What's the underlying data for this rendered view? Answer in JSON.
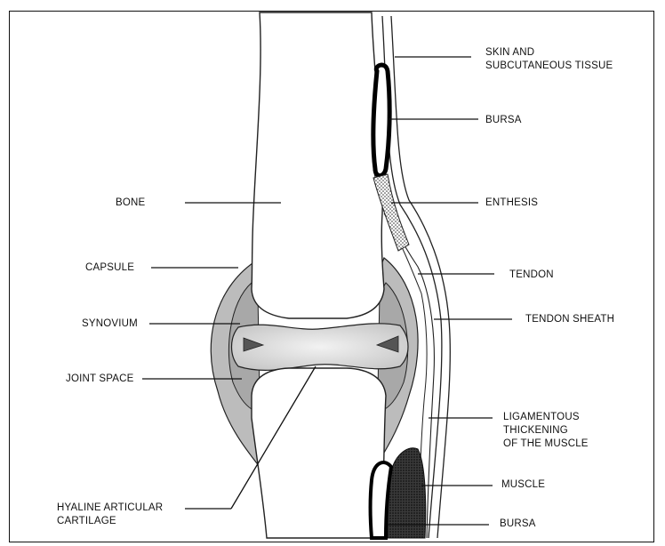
{
  "labels": {
    "skin": [
      "SKIN AND",
      "SUBCUTANEOUS TISSUE"
    ],
    "bursa_top": "BURSA",
    "enthesis": "ENTHESIS",
    "tendon": "TENDON",
    "tendon_sheath": "TENDON SHEATH",
    "ligament": [
      "LIGAMENTOUS",
      "THICKENING",
      "OF THE MUSCLE"
    ],
    "muscle": "MUSCLE",
    "bursa_bottom": "BURSA",
    "bone": "BONE",
    "capsule": "CAPSULE",
    "synovium": "SYNOVIUM",
    "joint_space": "JOINT SPACE",
    "cartilage": [
      "HYALINE ARTICULAR",
      "CARTILAGE"
    ]
  }
}
